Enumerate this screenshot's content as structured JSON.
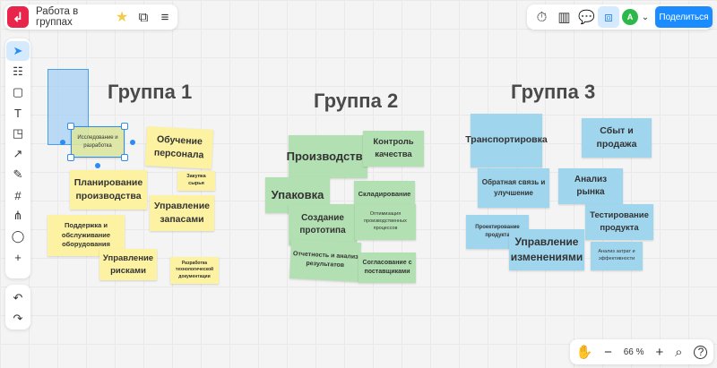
{
  "header": {
    "title": "Работа в группах",
    "share_label": "Поделиться",
    "avatar_letter": "A"
  },
  "zoom": {
    "level": "66 %"
  },
  "groups": [
    "Группа 1",
    "Группа 2",
    "Группа 3"
  ],
  "stickies": {
    "g1": [
      "Исследование и разработка",
      "Обучение персонала",
      "Закупка сырья",
      "Планирование производства",
      "Управление запасами",
      "Поддержка и обслуживание оборудования",
      "Управление рисками",
      "Разработка технологической документации"
    ],
    "g2": [
      "Производство",
      "Контроль качества",
      "Упаковка",
      "Складирование",
      "Создание прототипа",
      "Оптимизация производственных процессов",
      "Отчетность и анализ результатов",
      "Согласование с поставщиками"
    ],
    "g3": [
      "Транспортировка",
      "Сбыт и продажа",
      "Обратная связь и улучшение",
      "Анализ рынка",
      "Тестирование продукта",
      "Проектирование продукта",
      "Управление изменениями",
      "Анализ затрат и эффективности"
    ]
  },
  "colors": {
    "accent": "#1a8cff",
    "logo": "#e8254a",
    "yellow": "#fcf2a2",
    "green": "#b3e0b3",
    "blue": "#9fd6ee"
  }
}
